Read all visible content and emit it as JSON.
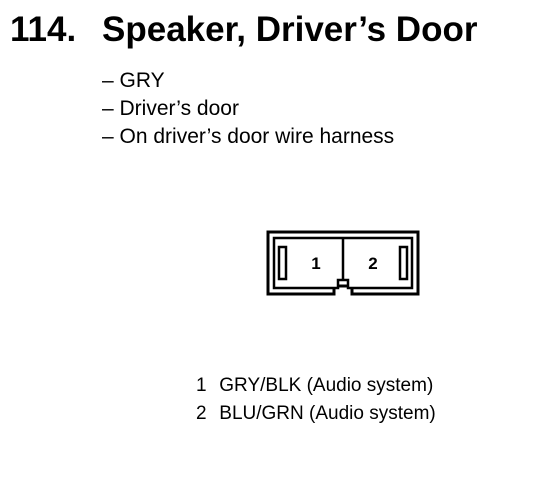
{
  "component": {
    "number": "114.",
    "name": "Speaker, Driver’s Door"
  },
  "details": [
    "– GRY",
    "– Driver’s door",
    "– On driver’s door wire harness"
  ],
  "connector": {
    "pins": [
      "1",
      "2"
    ]
  },
  "pinout": [
    {
      "pin": "1",
      "wire": "GRY/BLK (Audio system)"
    },
    {
      "pin": "2",
      "wire": "BLU/GRN (Audio system)"
    }
  ]
}
